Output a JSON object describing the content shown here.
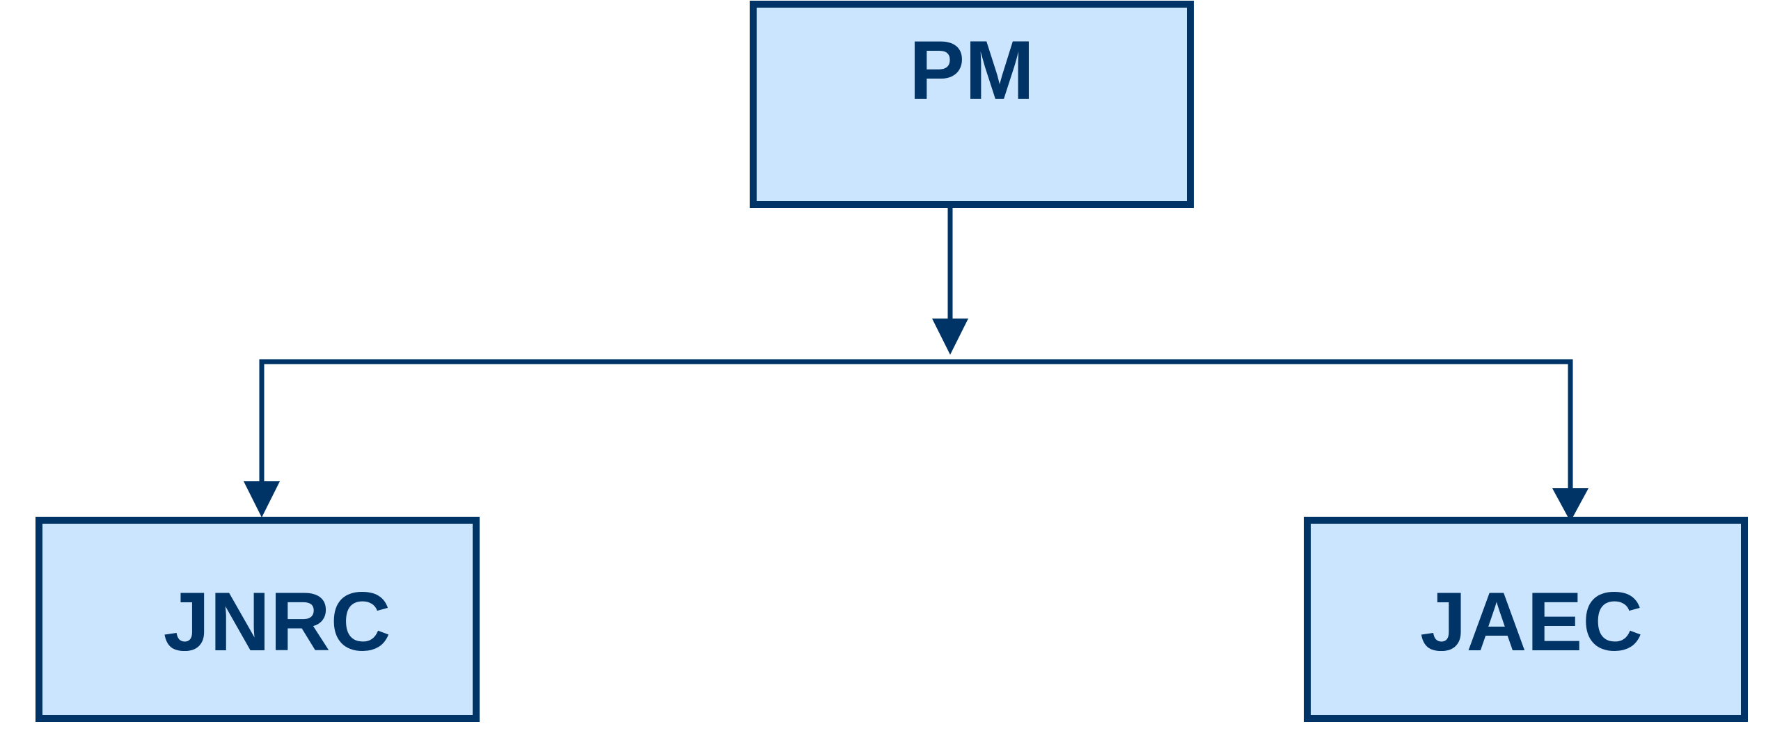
{
  "diagram": {
    "type": "org-chart",
    "colors": {
      "box_fill": "#cce5ff",
      "stroke": "#003366",
      "text": "#003366",
      "background": "#ffffff"
    },
    "nodes": [
      {
        "id": "pm",
        "label": "PM"
      },
      {
        "id": "jnrc",
        "label": "JNRC"
      },
      {
        "id": "jaec",
        "label": "JAEC"
      }
    ],
    "edges": [
      {
        "from": "pm",
        "to": "jnrc"
      },
      {
        "from": "pm",
        "to": "jaec"
      }
    ]
  }
}
